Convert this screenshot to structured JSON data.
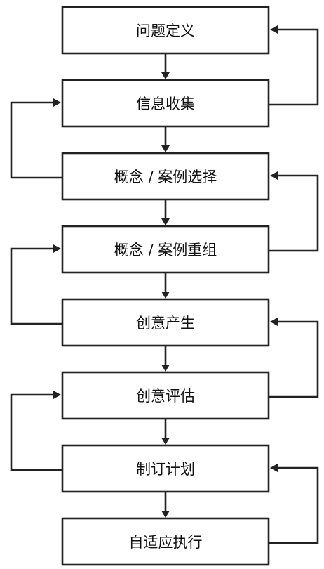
{
  "diagram": {
    "steps": [
      {
        "label": "问题定义"
      },
      {
        "label": "信息收集"
      },
      {
        "label": "概念 / 案例选择"
      },
      {
        "label": "概念 / 案例重组"
      },
      {
        "label": "创意产生"
      },
      {
        "label": "创意评估"
      },
      {
        "label": "制订计划"
      },
      {
        "label": "自适应执行"
      }
    ],
    "feedback_loops": [
      {
        "from": "信息收集",
        "to": "问题定义",
        "side": "right"
      },
      {
        "from": "概念 / 案例选择",
        "to": "信息收集",
        "side": "left"
      },
      {
        "from": "概念 / 案例重组",
        "to": "概念 / 案例选择",
        "side": "right"
      },
      {
        "from": "创意产生",
        "to": "概念 / 案例重组",
        "side": "left"
      },
      {
        "from": "创意评估",
        "to": "创意产生",
        "side": "right"
      },
      {
        "from": "制订计划",
        "to": "创意评估",
        "side": "left"
      },
      {
        "from": "自适应执行",
        "to": "制订计划",
        "side": "right"
      }
    ],
    "colors": {
      "stroke": "#222222",
      "text": "#111111",
      "background": "#ffffff"
    }
  }
}
